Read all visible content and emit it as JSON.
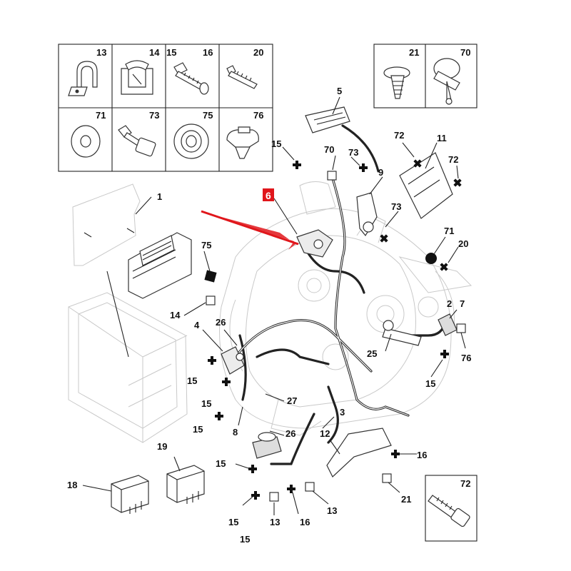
{
  "diagram": {
    "fastener_grid_labels": [
      "13",
      "14",
      "15",
      "16",
      "20",
      "71",
      "73",
      "75",
      "76"
    ],
    "top_right_grid_labels": [
      "21",
      "70"
    ],
    "bottom_right_label": "72",
    "highlighted_part": "6",
    "accent_color": "#e0161b",
    "callouts": [
      "1",
      "2",
      "3",
      "4",
      "5",
      "7",
      "8",
      "9",
      "11",
      "12",
      "13",
      "13",
      "14",
      "15",
      "15",
      "15",
      "15",
      "15",
      "15",
      "15",
      "15",
      "16",
      "16",
      "18",
      "19",
      "20",
      "21",
      "25",
      "26",
      "26",
      "27",
      "70",
      "71",
      "72",
      "72",
      "73",
      "73",
      "75",
      "76"
    ]
  }
}
